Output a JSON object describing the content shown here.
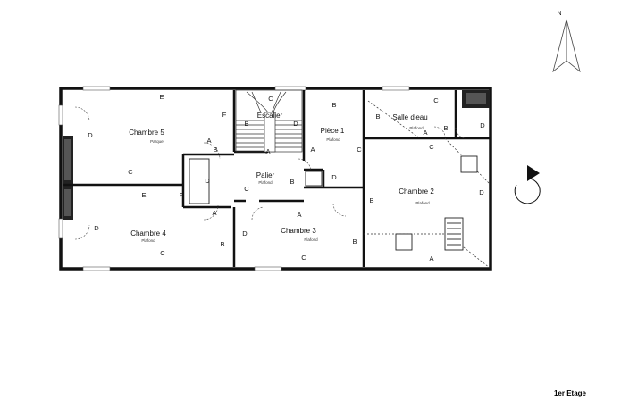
{
  "compass": {
    "north_label": "N"
  },
  "floor_label": "1er Etage",
  "rooms": {
    "chambre5": {
      "name": "Chambre 5",
      "sub": "Parquet"
    },
    "chambre4": {
      "name": "Chambre 4",
      "sub": "Plafond"
    },
    "escalier": {
      "name": "Escalier"
    },
    "piece1": {
      "name": "Pièce 1",
      "sub": "Plafond"
    },
    "salle_eau": {
      "name": "Salle d'eau",
      "sub": "Plafond"
    },
    "palier": {
      "name": "Palier",
      "sub": "Plafond"
    },
    "chambre3": {
      "name": "Chambre 3",
      "sub": "Plafond"
    },
    "chambre2": {
      "name": "Chambre 2",
      "sub": "Plafond"
    }
  },
  "wall_letters": [
    "A",
    "B",
    "C",
    "D",
    "E",
    "F"
  ]
}
